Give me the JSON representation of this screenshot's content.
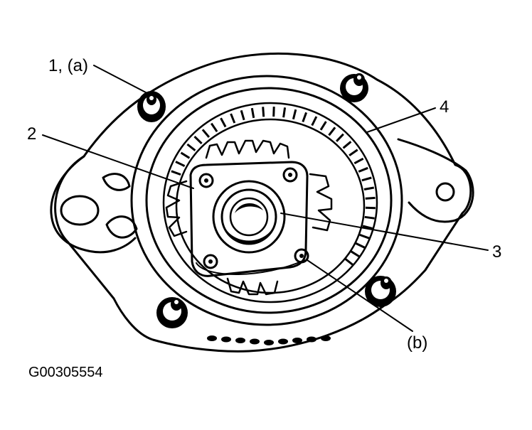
{
  "figure": {
    "callouts": {
      "c1": "1, (a)",
      "c2": "2",
      "c3": "3",
      "c4": "4",
      "cb": "(b)"
    },
    "figure_id": "G00305554"
  },
  "colors": {
    "ink": "#000000",
    "paper": "#ffffff"
  }
}
